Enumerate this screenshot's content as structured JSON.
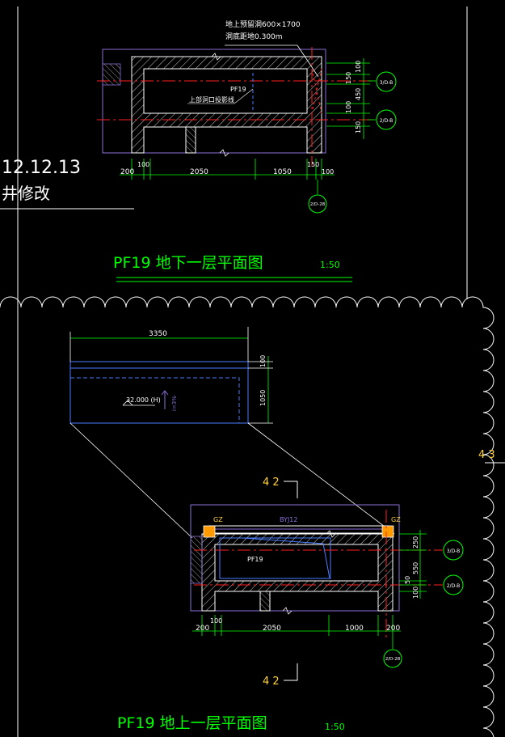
{
  "colors": {
    "background": "#000000",
    "dimension": "#ffffff",
    "wall_hatch": "#ffffff",
    "outline_purple": "#8b6fd6",
    "centerline": "#ff2020",
    "axis_bubble": "#00ff00",
    "title": "#00ff00",
    "column_orange": "#ff9a00",
    "cloud": "#ffffff",
    "section_mark": "#ffd23a",
    "blue_line": "#4a7dff"
  },
  "plan_b1": {
    "note_line1": "地上预留洞600×1700",
    "note_line2": "洞底距地0.300m",
    "room_label": "PF19",
    "hole_label": "上部洞口投影线",
    "dims_bottom": [
      "200",
      "100",
      "2050",
      "1050",
      "150",
      "100"
    ],
    "dims_right": [
      "100",
      "150",
      "450",
      "100",
      "150"
    ],
    "axis_right_1": "3/D-B",
    "axis_right_2": "2/D-B",
    "axis_bottom": "2/D-28",
    "title": "PF19 地下一层平面图",
    "scale": "1:50"
  },
  "left_note": {
    "date": "12.12.13",
    "text": "井修改"
  },
  "roof_plan": {
    "dim_top": "3350",
    "dim_right_top": "100",
    "dim_right": "1050",
    "elevation": "32.000 (H)",
    "slope": "i=3%"
  },
  "section_mark": {
    "top_label": "4 2",
    "bottom_label": "4 2",
    "right_label": "4 3"
  },
  "plan_1f": {
    "beam_label": "BYJ12",
    "column_left": "GZ",
    "column_right": "GZ",
    "room_label": "PF19",
    "dims_bottom": [
      "200",
      "100",
      "2050",
      "1000",
      "200"
    ],
    "dims_right": [
      "250",
      "550",
      "50",
      "100"
    ],
    "axis_right_1": "3/D-B",
    "axis_right_2": "2/D-B",
    "axis_bottom": "2/D-28",
    "title": "PF19 地上一层平面图",
    "scale": "1:50"
  }
}
